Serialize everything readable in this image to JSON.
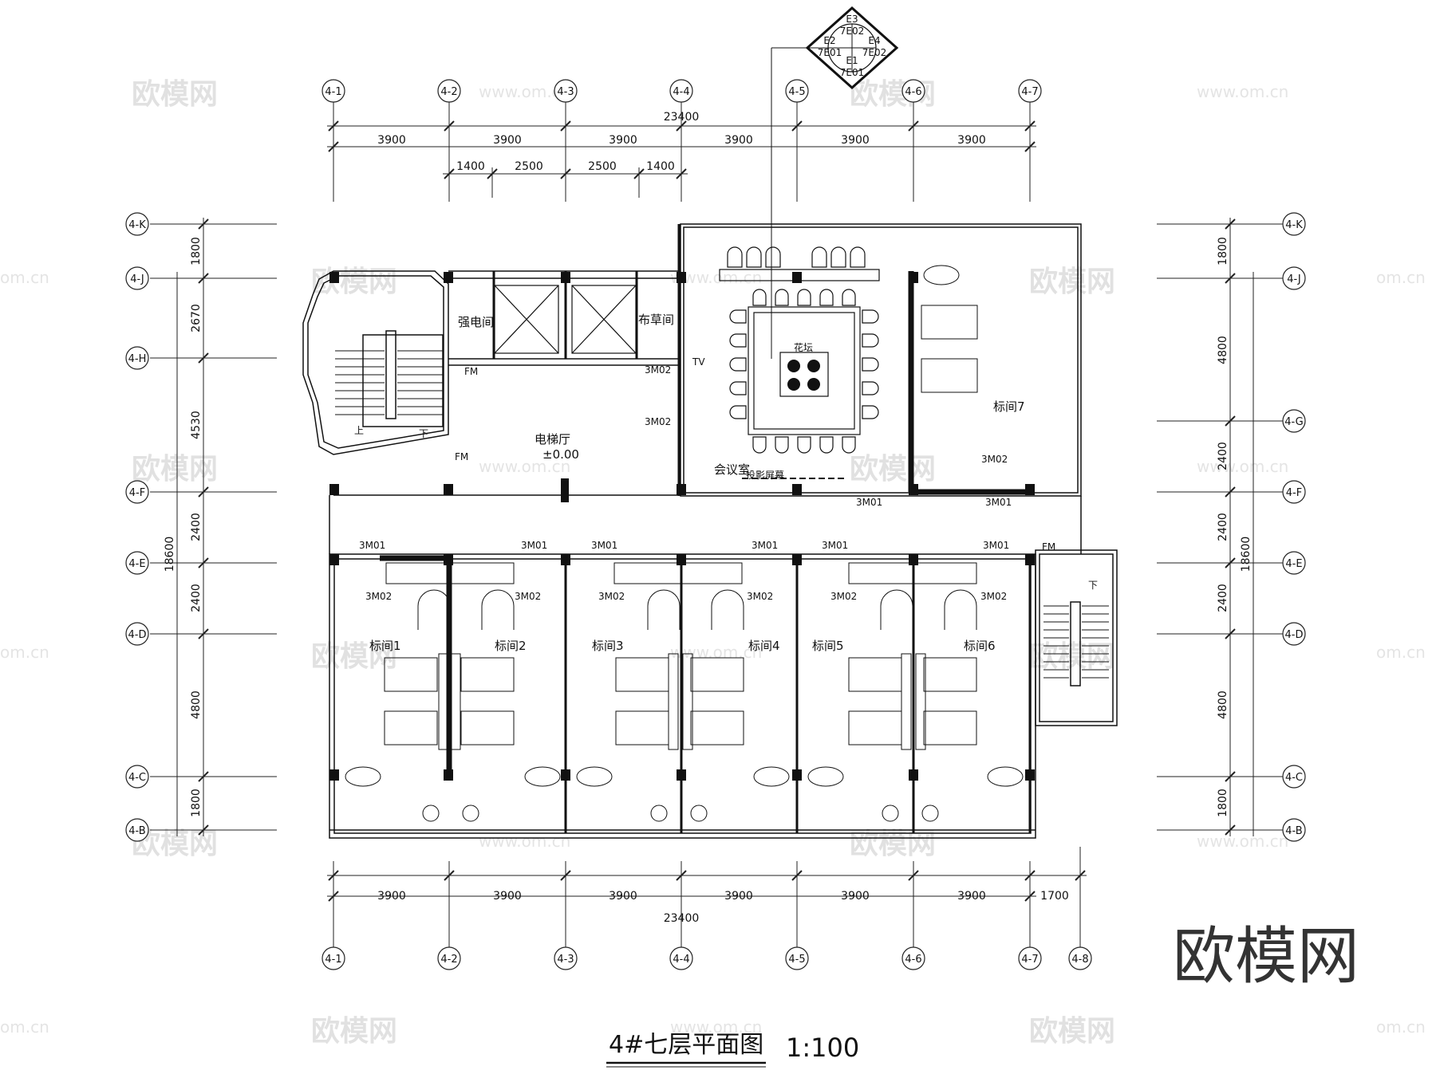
{
  "title": "4#七层平面图",
  "scale": "1:100",
  "logo": "欧模网",
  "watermark_cn": "欧模网",
  "watermark_url": "www.om.cn",
  "watermark_url_short": "om.cn",
  "elevation_marker": {
    "top": "E3",
    "top_code": "7E02",
    "left": "E2",
    "left_code": "7E01",
    "right": "E4",
    "right_code": "7E02",
    "bottom": "E1",
    "bottom_code": "7E01"
  },
  "axes_top": [
    "4-1",
    "4-2",
    "4-3",
    "4-4",
    "4-5",
    "4-6",
    "4-7"
  ],
  "axes_bottom": [
    "4-1",
    "4-2",
    "4-3",
    "4-4",
    "4-5",
    "4-6",
    "4-7",
    "4-8"
  ],
  "axes_left": [
    "4-K",
    "4-J",
    "4-H",
    "4-F",
    "4-E",
    "4-D",
    "4-C",
    "4-B"
  ],
  "axes_right": [
    "4-K",
    "4-J",
    "4-G",
    "4-F",
    "4-E",
    "4-D",
    "4-C",
    "4-B"
  ],
  "dims_top_total": "23400",
  "dims_top_bays": [
    "3900",
    "3900",
    "3900",
    "3900",
    "3900",
    "3900"
  ],
  "dims_top_sub": [
    "1400",
    "2500",
    "2500",
    "1400"
  ],
  "dims_bottom_bays": [
    "3900",
    "3900",
    "3900",
    "3900",
    "3900",
    "3900",
    "1700"
  ],
  "dims_bottom_total": "23400",
  "dims_left": [
    "1800",
    "2670",
    "4530",
    "2400",
    "2400",
    "4800",
    "1800"
  ],
  "dims_left_total": "18600",
  "dims_right": [
    "1800",
    "4800",
    "2400",
    "2400",
    "2400",
    "4800",
    "1800"
  ],
  "dims_right_total": "18600",
  "rooms": {
    "electric": "强电间",
    "linen": "布草间",
    "lobby": "电梯厅",
    "level": "±0.00",
    "meeting": "会议室",
    "screen": "投影屏幕",
    "flower": "花坛",
    "tv": "TV",
    "up": "上",
    "down": "下",
    "down2": "下",
    "room1": "标间1",
    "room2": "标间2",
    "room3": "标间3",
    "room4": "标间4",
    "room5": "标间5",
    "room6": "标间6",
    "room7": "标间7"
  },
  "doors": {
    "fm": "FM",
    "m01": "3M01",
    "m02": "3M02"
  }
}
